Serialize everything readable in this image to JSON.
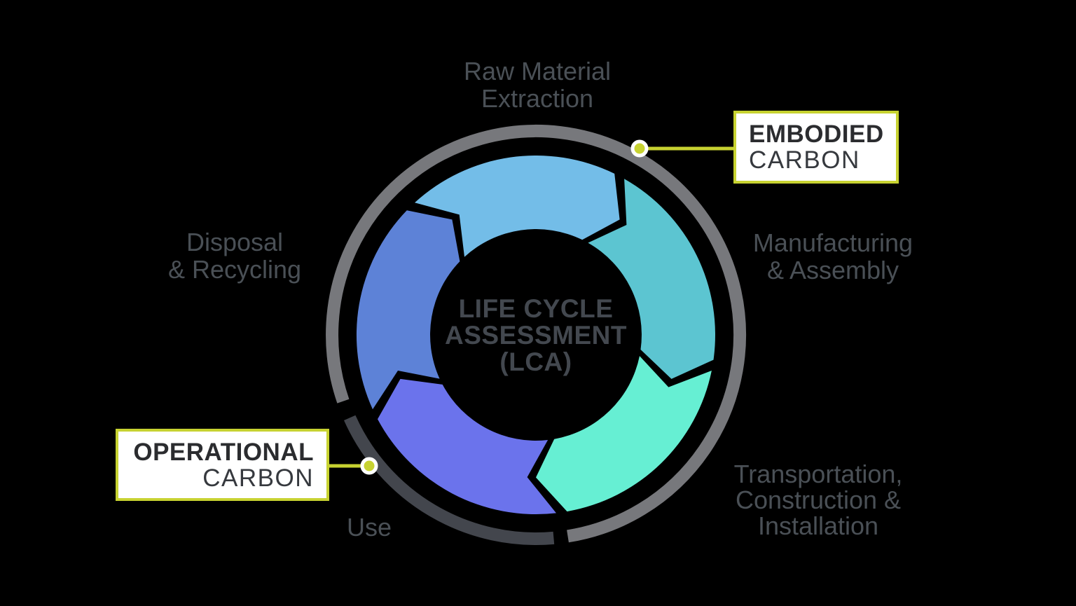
{
  "colors": {
    "background": "#000000",
    "accent": "#c7d231",
    "ring_light": "#77787c",
    "ring_dark": "#43464d",
    "label_text": "#4a5056",
    "center_text": "#43484f",
    "callout_bg": "#ffffff",
    "callout_title": "#2b2c2f",
    "callout_subtitle": "#36393e",
    "connector_dot": "#c7d231",
    "connector_dot_outline": "#ffffff"
  },
  "center_label": {
    "line1": "LIFE CYCLE",
    "line2": "ASSESSMENT",
    "line3": "(LCA)"
  },
  "segments": [
    {
      "name": "Raw Material Extraction",
      "color": "#73bde8",
      "tip_angle": 306
    },
    {
      "name": "Manufacturing & Assembly",
      "color": "#5cc5d1",
      "tip_angle": 18
    },
    {
      "name": "Transportation, Construction & Installation",
      "color": "#66efd3",
      "tip_angle": 90
    },
    {
      "name": "Use",
      "color": "#6b73ec",
      "tip_angle": 162
    },
    {
      "name": "Disposal & Recycling",
      "color": "#5d82d7",
      "tip_angle": 234
    }
  ],
  "labels": {
    "raw_material": {
      "line1": "Raw Material",
      "line2": "Extraction"
    },
    "manufacturing": {
      "line1": "Manufacturing",
      "line2": "& Assembly"
    },
    "transportation": {
      "line1": "Transportation,",
      "line2": "Construction &",
      "line3": "Installation"
    },
    "use": {
      "line1": "Use"
    },
    "disposal": {
      "line1": "Disposal",
      "line2": "& Recycling"
    }
  },
  "callouts": {
    "embodied": {
      "title": "EMBODIED",
      "subtitle": "CARBON"
    },
    "operational": {
      "title": "OPERATIONAL",
      "subtitle": "CARBON"
    }
  }
}
